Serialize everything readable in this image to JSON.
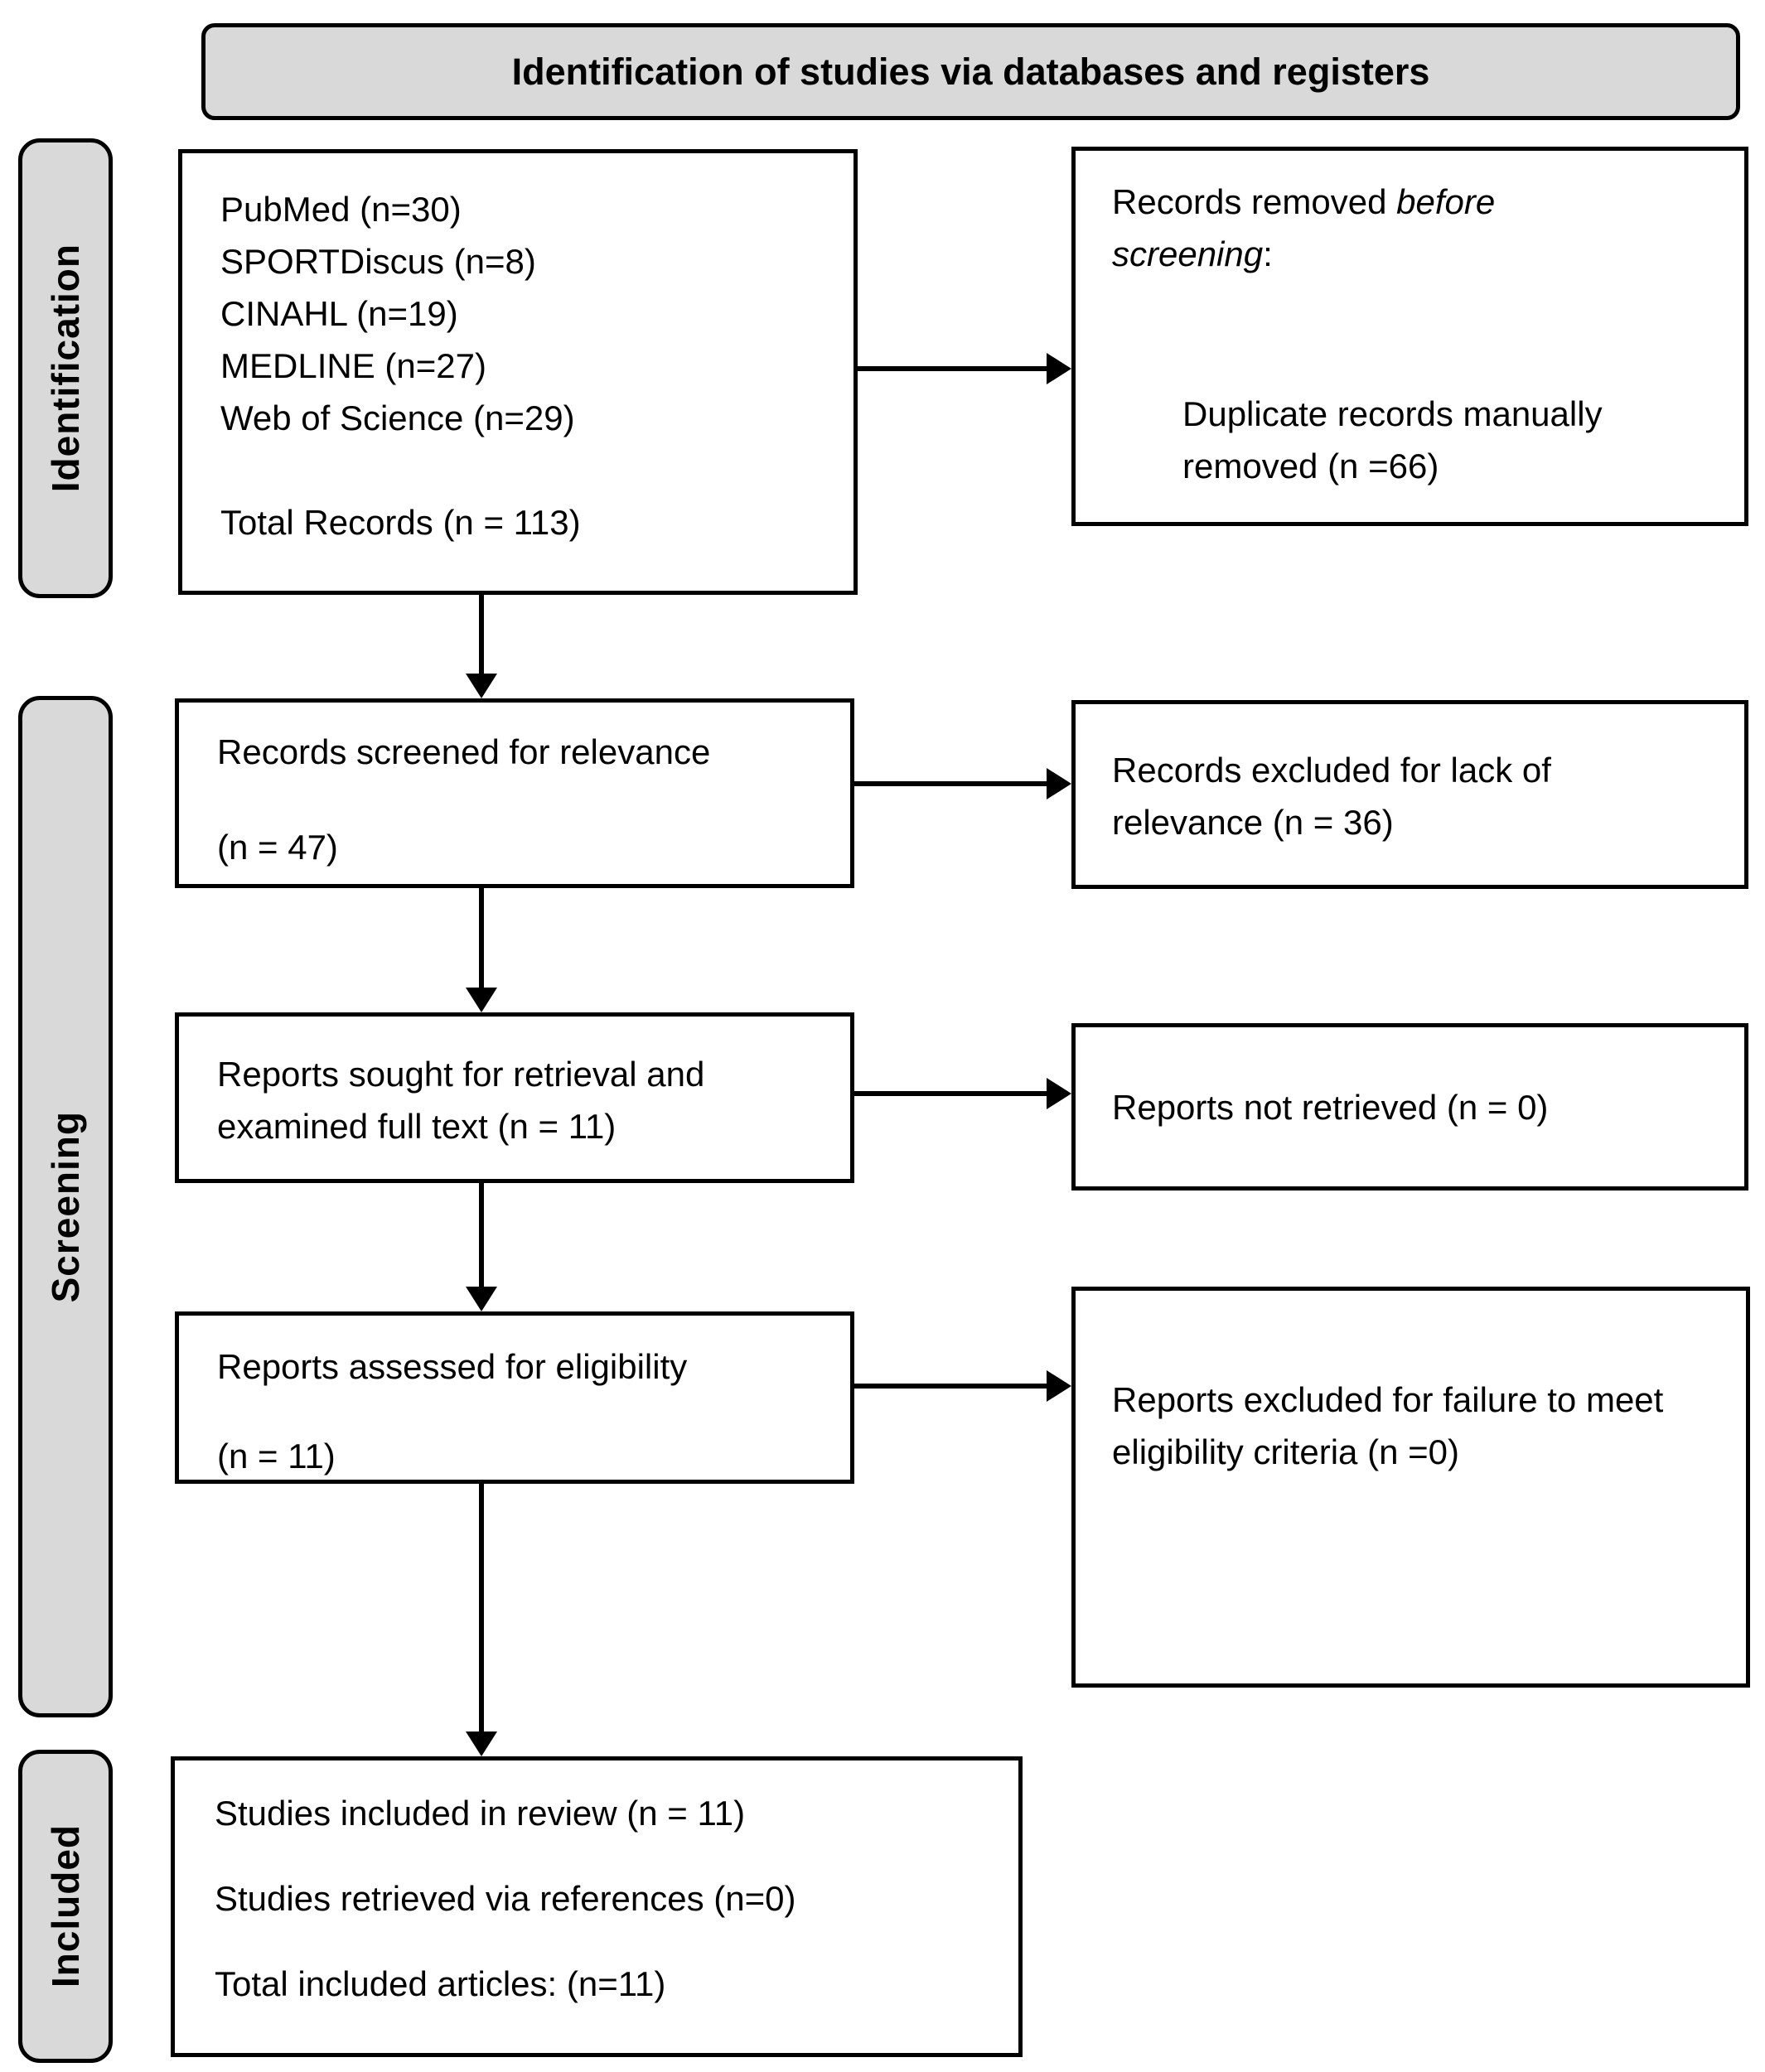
{
  "colors": {
    "band_fill": "#d9d9d9",
    "box_fill": "#ffffff",
    "border": "#000000"
  },
  "header": {
    "title": "Identification of studies via databases and registers"
  },
  "sidebar": {
    "identification": "Identification",
    "screening": "Screening",
    "included": "Included"
  },
  "flow": {
    "databases": {
      "lines": [
        "PubMed (n=30)",
        "SPORTDiscus (n=8)",
        "CINAHL (n=19)",
        "MEDLINE (n=27)",
        "Web of Science (n=29)"
      ],
      "total": "Total Records (n = 113)"
    },
    "records_removed": {
      "prefix": "Records removed ",
      "italic": "before screening",
      "suffix": ":",
      "detail": "Duplicate records manually removed (n =66)"
    },
    "records_screened": {
      "line": "Records screened for relevance",
      "count": "(n = 47)"
    },
    "records_excluded": {
      "text": "Records excluded for lack of relevance (n = 36)"
    },
    "reports_sought": {
      "text": "Reports sought for retrieval and examined full text (n = 11)"
    },
    "reports_not_retrieved": {
      "text": "Reports not retrieved (n = 0)"
    },
    "reports_assessed": {
      "line": "Reports assessed for eligibility",
      "count": "(n = 11)"
    },
    "reports_excluded": {
      "text": "Reports excluded for failure to meet eligibility criteria (n =0)"
    },
    "included_studies": {
      "lines": [
        "Studies included in review (n = 11)",
        "Studies retrieved via references (n=0)",
        "Total included articles: (n=11)"
      ]
    }
  }
}
